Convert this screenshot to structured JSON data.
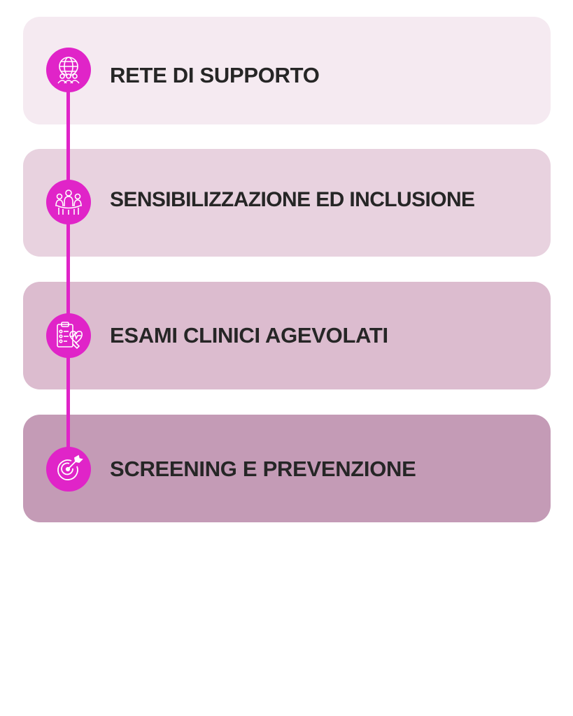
{
  "items": [
    {
      "label": "RETE DI SUPPORTO",
      "icon": "globe-network-people-icon",
      "background": "#f5eaf1"
    },
    {
      "label": "SENSIBILIZZAZIONE ED INCLUSIONE",
      "icon": "people-group-icon",
      "background": "#e8d2df"
    },
    {
      "label": "ESAMI CLINICI AGEVOLATI",
      "icon": "clipboard-heartbeat-icon",
      "background": "#dcbccf"
    },
    {
      "label": "SCREENING E PREVENZIONE",
      "icon": "target-arrow-icon",
      "background": "#c49bb6"
    }
  ],
  "colors": {
    "accent": "#e024c8",
    "text": "#262626"
  }
}
